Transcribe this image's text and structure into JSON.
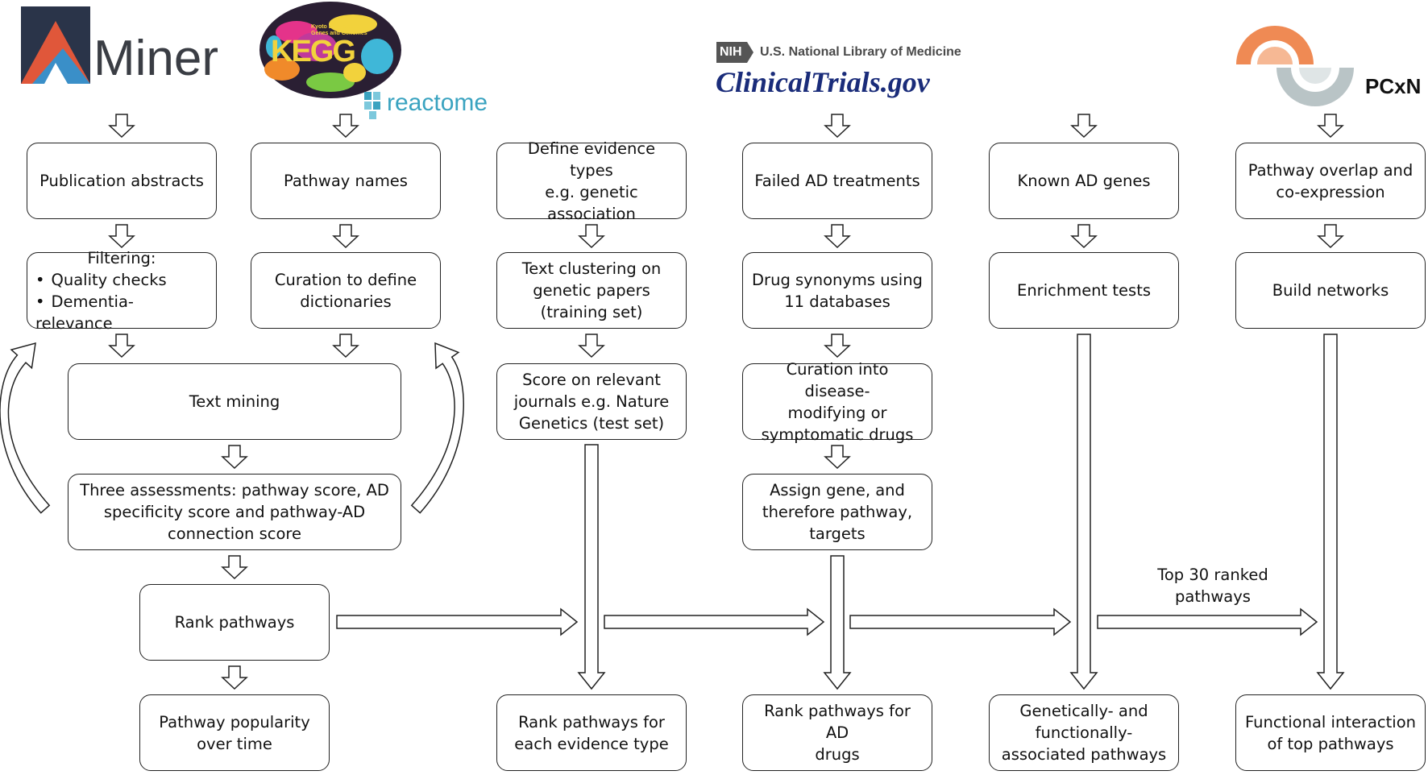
{
  "logos": {
    "aminer": "Miner",
    "kegg": "KEGG",
    "kegg_sub": "Kyoto Encyclopedia of Genes and Genomes",
    "reactome": "reactome",
    "nih_badge": "NIH",
    "nlm": "U.S. National Library of Medicine",
    "clinicaltrials": "ClinicalTrials.gov",
    "pcxn": "PCxN"
  },
  "boxes": {
    "publication_abstracts": "Publication abstracts",
    "pathway_names": "Pathway names",
    "evidence_types": "Define evidence types\ne.g. genetic\nassociation",
    "failed_treatments": "Failed AD treatments",
    "known_genes": "Known AD genes",
    "pathway_overlap": "Pathway overlap and\nco-expression",
    "filtering_title": "Filtering:",
    "filtering_items": [
      "Quality checks",
      "Dementia-relevance"
    ],
    "curation_dictionaries": "Curation to define\ndictionaries",
    "text_clustering": "Text clustering on\ngenetic papers\n(training set)",
    "drug_synonyms": "Drug synonyms using\n11 databases",
    "enrichment_tests": "Enrichment tests",
    "build_networks": "Build networks",
    "text_mining": "Text mining",
    "score_journals": "Score on relevant\njournals e.g. Nature\nGenetics (test set)",
    "curation_disease": "Curation into disease-\nmodifying or\nsymptomatic drugs",
    "three_assessments": "Three assessments: pathway score, AD\nspecificity score and pathway-AD\nconnection score",
    "assign_gene": "Assign gene, and\ntherefore pathway,\ntargets",
    "rank_pathways": "Rank pathways",
    "pathway_popularity": "Pathway popularity\nover time",
    "rank_evidence": "Rank pathways for\neach evidence type",
    "rank_drugs": "Rank pathways for AD\ndrugs",
    "genetic_functional": "Genetically- and\nfunctionally-\nassociated pathways",
    "functional_interaction": "Functional interaction\nof top pathways"
  },
  "labels": {
    "top30": "Top 30 ranked\npathways"
  },
  "colors": {
    "aminer_dark": "#2a3449",
    "aminer_red": "#e0573a",
    "aminer_blue": "#3a8fc8",
    "reactome_teal": "#3aa3c0",
    "clinicaltrials_blue": "#1a2c7a",
    "pcxn_orange": "#ef8a54",
    "pcxn_gray": "#b9c4c6",
    "stroke": "#222222"
  }
}
